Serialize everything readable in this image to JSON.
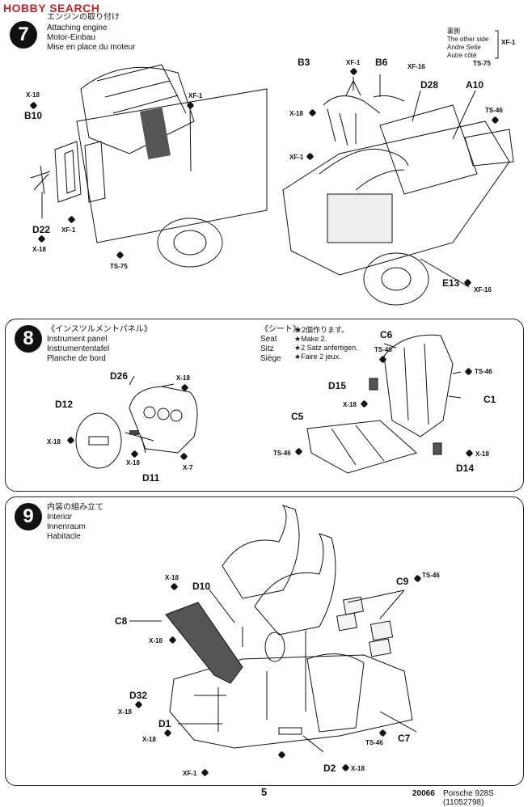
{
  "watermark": "HOBBY SEARCH",
  "step7": {
    "number": "7",
    "title_jp": "エンジンの取り付け",
    "title_en": "Attaching engine",
    "title_de": "Motor-Einbau",
    "title_fr": "Mise en place du moteur",
    "other_side_jp": "裏側",
    "other_side_en": "The other side",
    "other_side_de": "Andre Seite",
    "other_side_fr": "Autre côté",
    "other_side_paint": "XF-1",
    "labels": [
      "B10",
      "X-18",
      "XF-1",
      "D22",
      "X-18",
      "XF-1",
      "TS-75",
      "B3",
      "XF-1",
      "B6",
      "XF-16",
      "D28",
      "TS-75",
      "A10",
      "X-18",
      "TS-46",
      "XF-1",
      "E13",
      "XF-16"
    ]
  },
  "step8": {
    "number": "8",
    "panel_title_jp": "《インスツルメントパネル》",
    "panel_title_en": "Instrument panel",
    "panel_title_de": "Instrumententafel",
    "panel_title_fr": "Planche de bord",
    "seat_title_jp": "《シート》",
    "seat_title_en": "Seat",
    "seat_title_de": "Sitz",
    "seat_title_fr": "Siège",
    "seat_note_jp": "★2個作ります。",
    "seat_note_en": "★Make 2.",
    "seat_note_de": "★2 Satz anfertigen.",
    "seat_note_fr": "★Faire 2 jeux.",
    "labels": [
      "D26",
      "X-18",
      "D12",
      "X-18",
      "X-18",
      "X-7",
      "D11",
      "C6",
      "TS-46",
      "TS-46",
      "D15",
      "X-18",
      "C1",
      "C5",
      "TS-46",
      "X-18",
      "D14"
    ]
  },
  "step9": {
    "number": "9",
    "title_jp": "内装の組み立て",
    "title_en": "Interior",
    "title_de": "Innenraum",
    "title_fr": "Habitacle",
    "labels": [
      "X-18",
      "D10",
      "C9",
      "TS-46",
      "C8",
      "X-18",
      "D32",
      "X-18",
      "D1",
      "X-18",
      "TS-46",
      "C7",
      "XF-1",
      "D2",
      "X-18"
    ]
  },
  "footer": {
    "page": "5",
    "code": "20066",
    "model": "Porsche 928S (11052798)"
  }
}
